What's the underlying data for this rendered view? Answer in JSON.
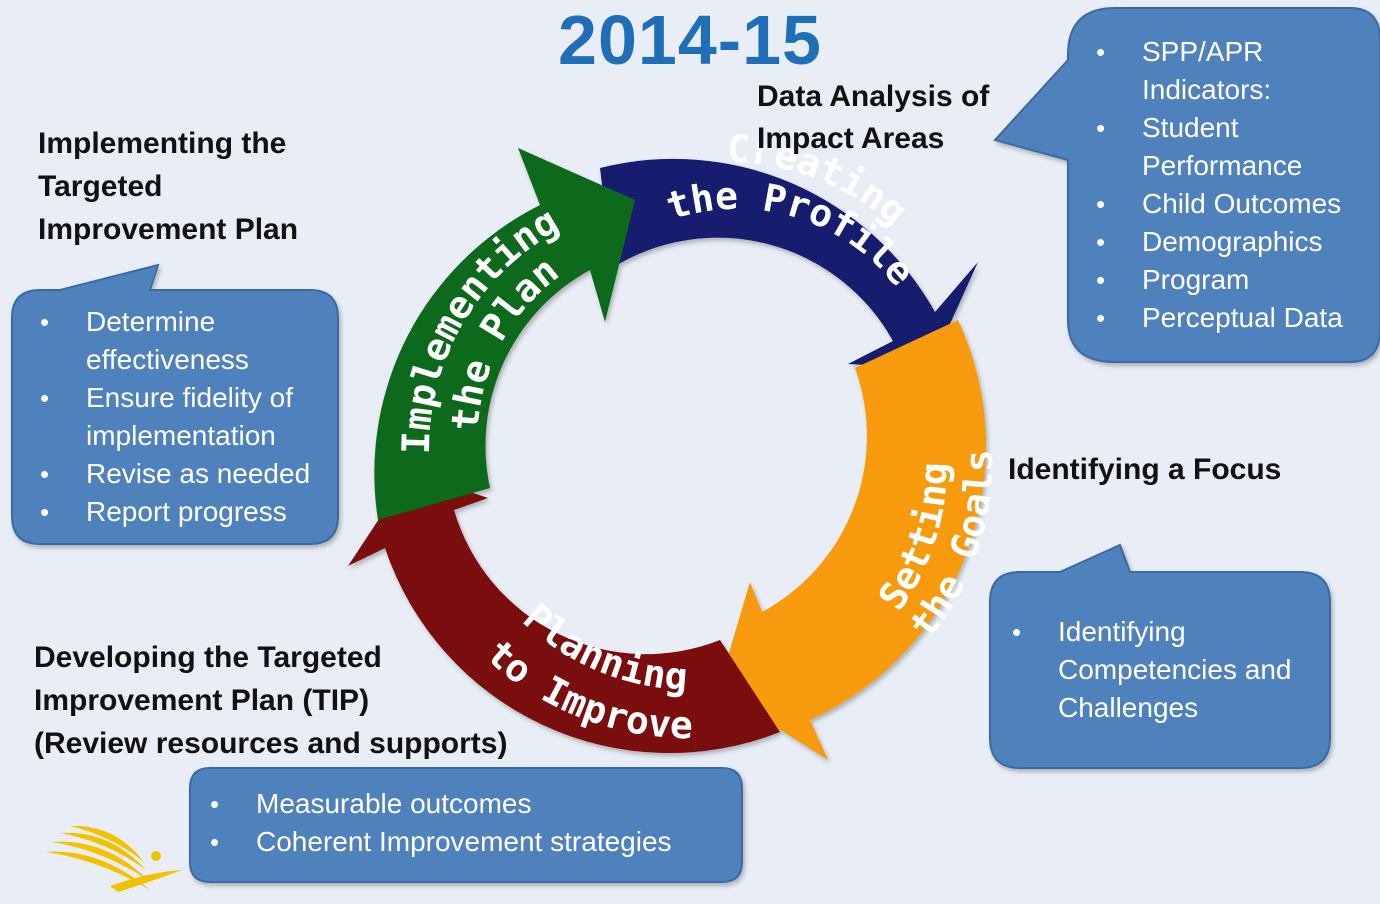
{
  "title": "2014-15",
  "colors": {
    "background": "#e9edf5",
    "title": "#1f6fb8",
    "callout": "#4f81bd",
    "callout_border": "#3a6aa3",
    "stage_creating": "#141a6e",
    "stage_setting": "#f79a0f",
    "stage_planning": "#7a0c0c",
    "stage_implementing": "#0e6b1c"
  },
  "cycle": {
    "creating": {
      "line1": "Creating",
      "line2": "the Profile"
    },
    "setting": {
      "line1": "Setting",
      "line2": "the Goals"
    },
    "planning": {
      "line1": "Planning",
      "line2": "to Improve"
    },
    "implementing": {
      "line1": "Implementing",
      "line2": "the Plan"
    }
  },
  "headings": {
    "data_analysis": [
      "Data Analysis of",
      "Impact Areas"
    ],
    "implementing": [
      "Implementing the",
      "Targeted",
      "Improvement Plan"
    ],
    "focus": [
      "Identifying a Focus"
    ],
    "developing": [
      "Developing the Targeted",
      "Improvement Plan (TIP)",
      "(Review resources and supports)"
    ]
  },
  "callouts": {
    "implementing": [
      [
        "Determine",
        "effectiveness"
      ],
      [
        "Ensure fidelity of",
        "implementation"
      ],
      [
        "Revise as needed"
      ],
      [
        "Report progress"
      ]
    ],
    "data": [
      [
        "SPP/APR",
        "Indicators:"
      ],
      [
        "Student",
        "Performance"
      ],
      [
        "Child Outcomes"
      ],
      [
        "Demographics"
      ],
      [
        "Program"
      ],
      [
        "Perceptual Data"
      ]
    ],
    "focus": [
      [
        "Identifying",
        "Competencies and",
        "Challenges"
      ]
    ],
    "developing": [
      [
        "Measurable outcomes"
      ],
      [
        "Coherent Improvement strategies"
      ]
    ]
  },
  "logo_icon": "yellow-swoosh-logo-icon"
}
